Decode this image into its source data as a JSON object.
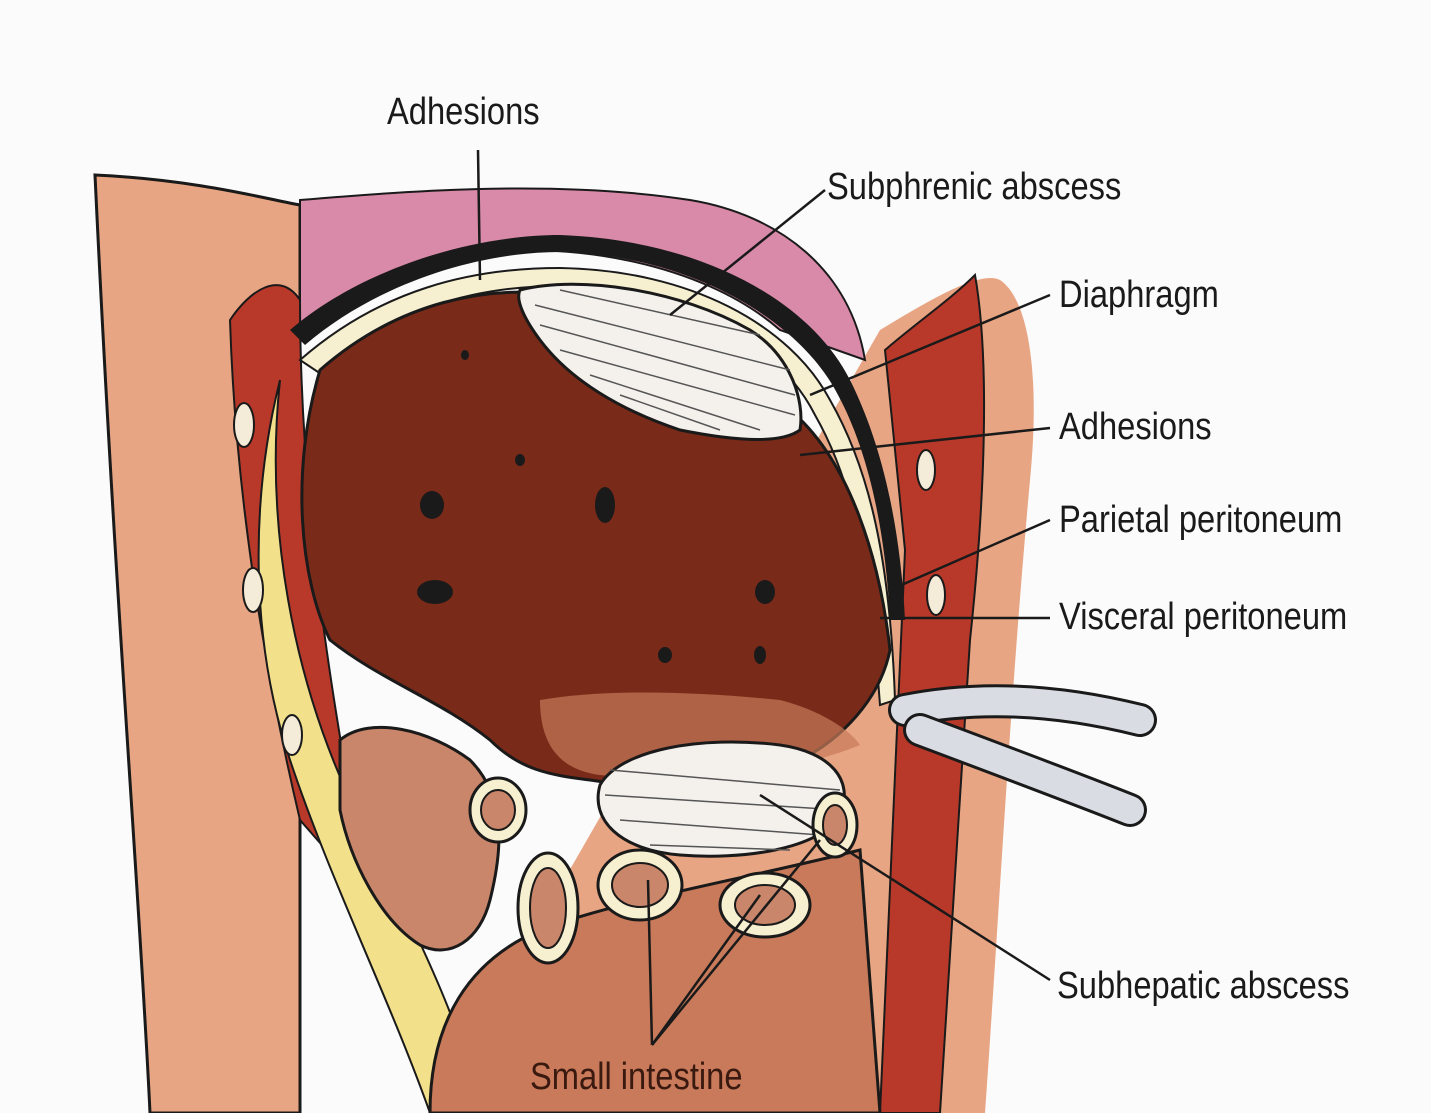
{
  "labels": {
    "adhesions_top": "Adhesions",
    "subphrenic_abscess": "Subphrenic abscess",
    "diaphragm": "Diaphragm",
    "adhesions_right": "Adhesions",
    "parietal_peritoneum": "Parietal peritoneum",
    "visceral_peritoneum": "Visceral peritoneum",
    "subhepatic_abscess": "Subhepatic abscess",
    "small_intestine": "Small intestine"
  },
  "colors": {
    "background": "#ffffff",
    "skin": "#e8a583",
    "lung": "#d98aa8",
    "muscle": "#b8392a",
    "liver": "#7a2a18",
    "abscess": "#f4f1ec",
    "fat": "#f2e08a",
    "membrane": "#f6efd0",
    "intestine": "#c9866a",
    "outline": "#1a1a1a"
  }
}
